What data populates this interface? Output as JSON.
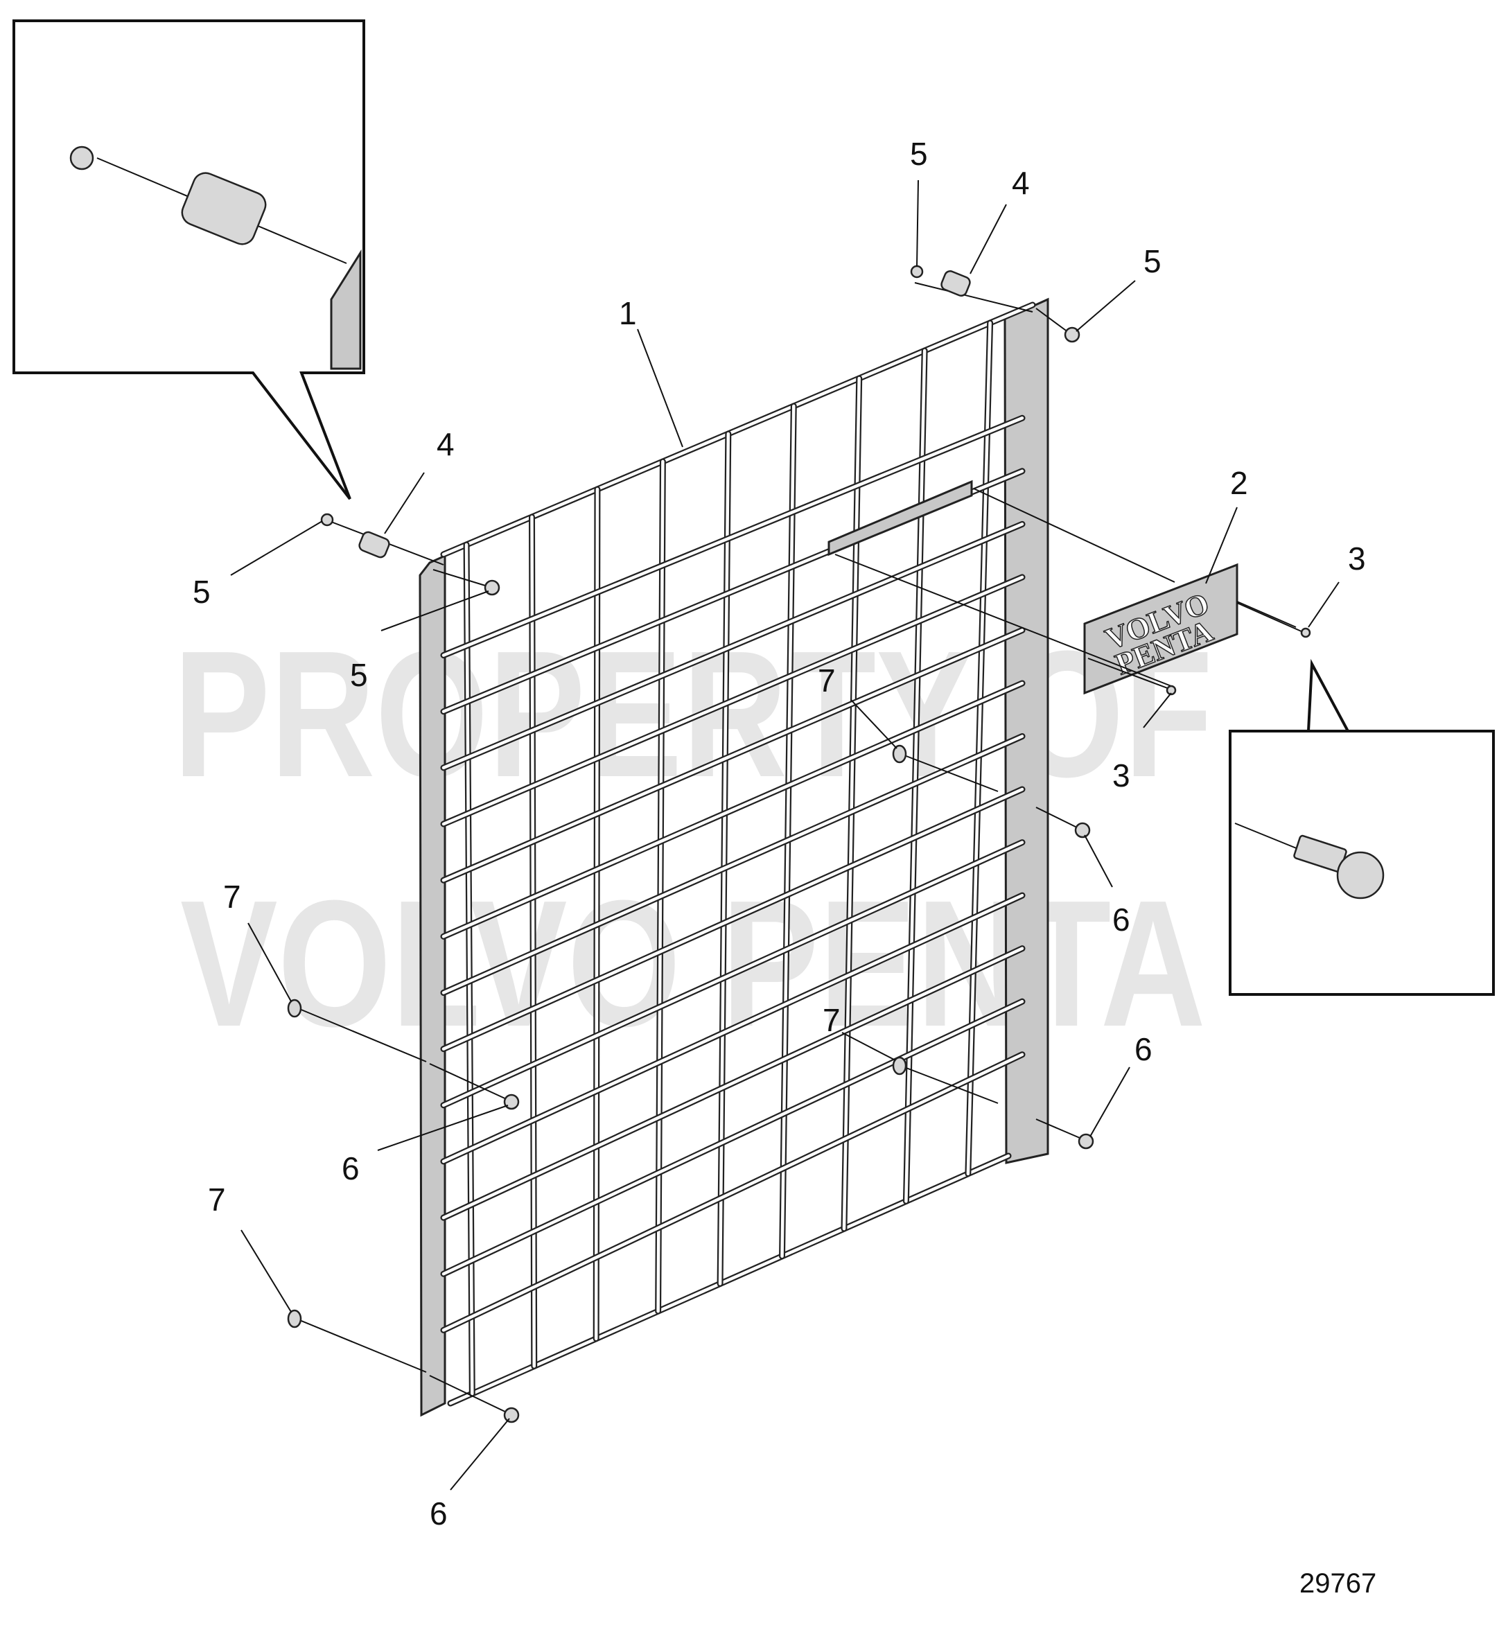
{
  "watermark": {
    "line1": "PROPERTY OF",
    "line2": "VOLVO PENTA"
  },
  "callouts": {
    "grille": "1",
    "emblem": "2",
    "emblem_screw_upper": "3",
    "emblem_screw_lower": "3",
    "spacer_top": "4",
    "spacer_left": "4",
    "nut_top_upper": "5",
    "nut_top_right": "5",
    "nut_left_outer": "5",
    "nut_left_inner": "5",
    "screw_right_mid": "6",
    "screw_right_low": "6",
    "screw_left_mid": "6",
    "screw_left_low": "6",
    "washer_center_up": "7",
    "washer_center_low": "7",
    "washer_left_mid": "7",
    "washer_left_low": "7"
  },
  "emblem_text": {
    "line1": "VOLVO",
    "line2": "PENTA"
  },
  "reference_number": "29767",
  "colors": {
    "plate_gray": "#c8c8c8",
    "watermark_gray": "#e6e6e6",
    "line_black": "#111111"
  }
}
